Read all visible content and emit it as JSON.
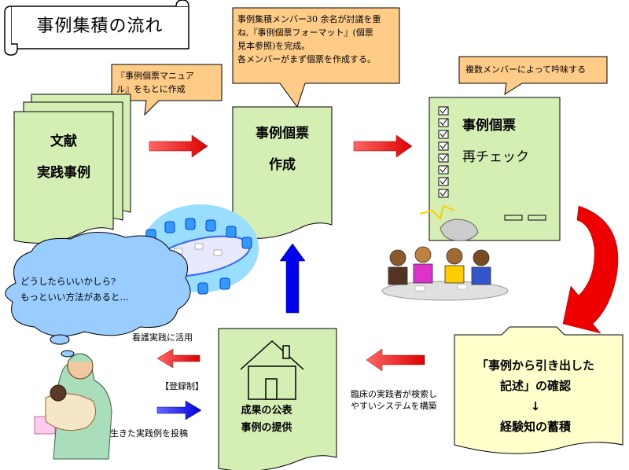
{
  "title": "事例集積の流れ",
  "callouts": {
    "manual_line1": "『事例個票マニュア",
    "manual_line2": "ル』をもとに作成",
    "meeting_line1": "事例集積メンバー30 余名が討議を重",
    "meeting_line2": "ね,『事例個票フォーマット』(個票",
    "meeting_line3": "見本参照)を完成。",
    "meeting_line4": "各メンバーがまず個票を作成する。",
    "review": "複数メンバーによって吟味する"
  },
  "docs": {
    "literature_line1": "文献",
    "literature_line2": "実践事例",
    "create_line1": "事例個票",
    "create_line2": "作成",
    "recheck_line1": "事例個票",
    "recheck_line2": "再チェック",
    "results_line1": "成果の公表",
    "results_line2": "事例の提供",
    "folder_line1": "「事例から引き出した",
    "folder_line2": "記述」の確認",
    "folder_arrow": "↓",
    "folder_line3": "経験知の蓄積"
  },
  "thought": {
    "line1": "どうしたらいいかしら?",
    "line2": "もっといい方法があると…"
  },
  "labels": {
    "nursing": "看護実践に活用",
    "registration": "【登録制】",
    "submit": "生きた実践例を投稿",
    "system_line1": "臨床の実践者が検索し",
    "system_line2": "やすいシステムを構築"
  },
  "colors": {
    "doc_fill": "#d4eeb4",
    "callout_fill": "#ffcc88",
    "thought_fill": "#99ccff",
    "folder_fill": "#ffffcc",
    "red_arrow": "#ee0000",
    "blue_arrow": "#0000ee"
  },
  "icons": [
    "house-icon",
    "meeting-table-icon",
    "discussion-people-icon",
    "nurse-with-baby-icon",
    "checkbox-icon"
  ]
}
